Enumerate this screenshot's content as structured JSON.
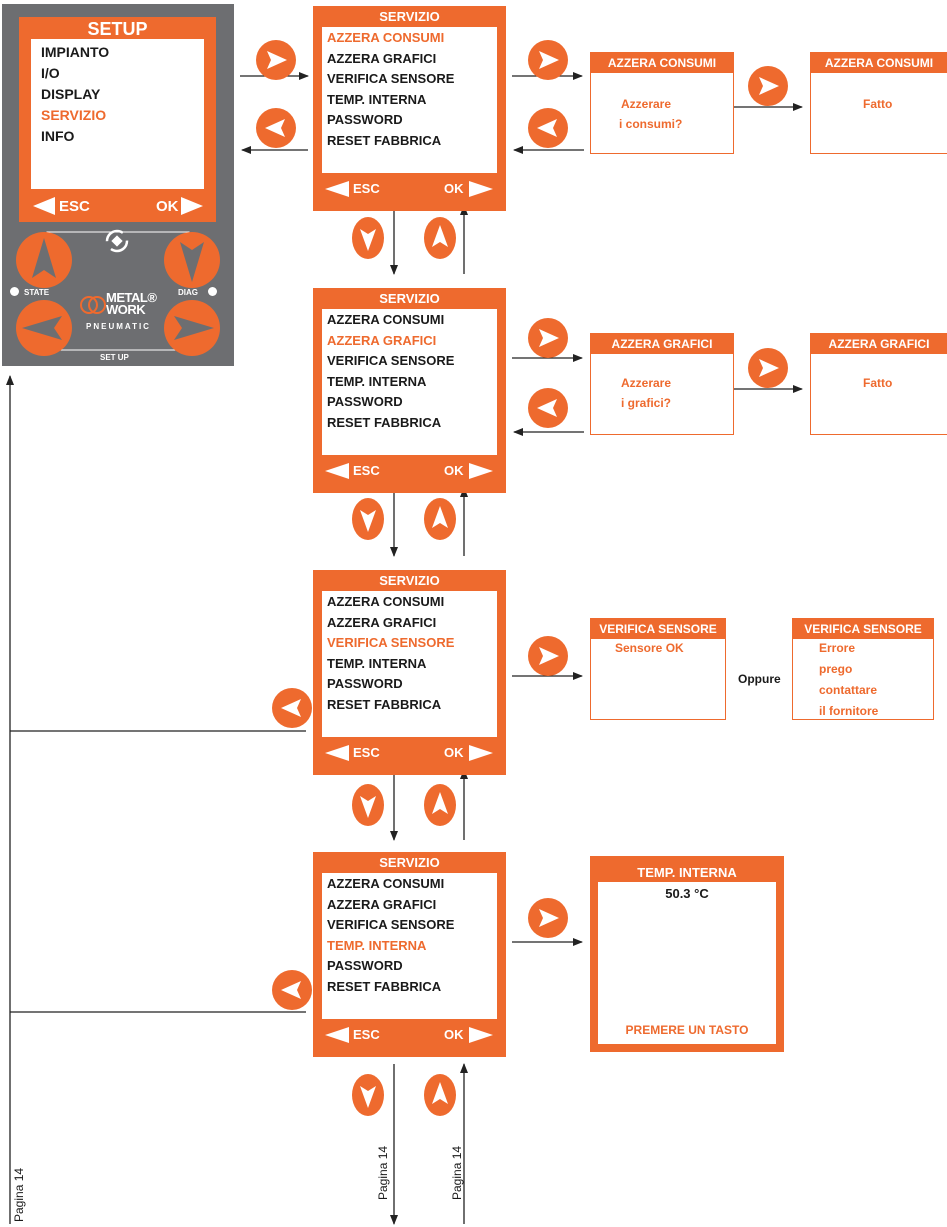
{
  "colors": {
    "accent": "#ee6a2e",
    "device_body": "#6d6e71",
    "text": "#1a1a1a",
    "line": "#222222"
  },
  "device": {
    "title": "SETUP",
    "items": [
      "IMPIANTO",
      "I/O",
      "DISPLAY",
      "SERVIZIO",
      "INFO"
    ],
    "selected": "SERVIZIO",
    "esc_label": "ESC",
    "ok_label": "OK",
    "state_label": "STATE",
    "diag_label": "DIAG",
    "brand_line1": "METAL",
    "brand_mark": "®",
    "brand_line2": "WORK",
    "brand_sub": "PNEUMATIC",
    "setup_label": "SET UP"
  },
  "menu": {
    "title": "SERVIZIO",
    "items": [
      "AZZERA CONSUMI",
      "AZZERA GRAFICI",
      "VERIFICA SENSORE",
      "TEMP. INTERNA",
      "PASSWORD",
      "RESET FABBRICA"
    ],
    "esc_label": "ESC",
    "ok_label": "OK"
  },
  "panels_selected": [
    "AZZERA CONSUMI",
    "AZZERA GRAFICI",
    "VERIFICA SENSORE",
    "TEMP. INTERNA"
  ],
  "consumi": {
    "title": "AZZERA CONSUMI",
    "q1": "Azzerare",
    "q2": "i consumi?",
    "done_title": "AZZERA CONSUMI",
    "done": "Fatto"
  },
  "grafici": {
    "title": "AZZERA GRAFICI",
    "q1": "Azzerare",
    "q2": "i grafici?",
    "done_title": "AZZERA GRAFICI",
    "done": "Fatto"
  },
  "sensore": {
    "title": "VERIFICA SENSORE",
    "ok": "Sensore OK",
    "or": "Oppure",
    "err_title": "VERIFICA SENSORE",
    "err": [
      "Errore",
      "prego",
      "contattare",
      "il fornitore"
    ]
  },
  "temp": {
    "title": "TEMP. INTERNA",
    "value": "50.3 °C",
    "hint": "PREMERE UN TASTO"
  },
  "page_refs": [
    "Pagina 14",
    "Pagina 14",
    "Pagina 14"
  ]
}
